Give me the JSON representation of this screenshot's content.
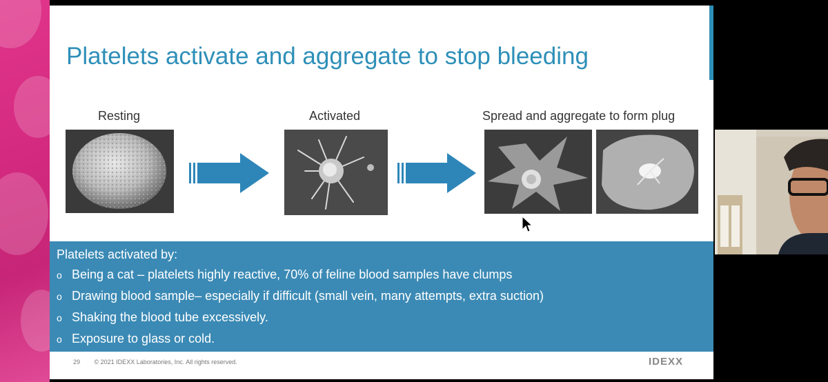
{
  "slide": {
    "title": "Platelets activate and aggregate to stop bleeding",
    "stages": [
      {
        "label": "Resting"
      },
      {
        "label": "Activated"
      },
      {
        "label": "Spread and aggregate to form plug"
      }
    ],
    "info": {
      "heading": "Platelets activated by:",
      "bullet_marker": "o",
      "bullets": [
        "Being a cat – platelets highly reactive, 70% of feline blood samples have clumps",
        "Drawing blood sample– especially if difficult (small vein, many attempts, extra suction)",
        "Shaking the blood tube excessively.",
        "Exposure to glass or cold."
      ]
    },
    "footer": {
      "page_number": "29",
      "copyright": "© 2021 IDEXX Laboratories, Inc. All rights reserved."
    },
    "logo": "IDEXX"
  },
  "colors": {
    "title": "#2e8fb8",
    "panel": "#3b8ab5",
    "arrow": "#2e86b8",
    "strip": "#d42a80"
  }
}
